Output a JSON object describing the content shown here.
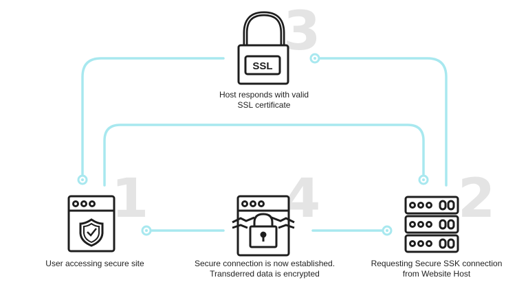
{
  "colors": {
    "connector": "#a8e8ef",
    "outline": "#1e1e1e",
    "step_number": "#e4e4e4",
    "background": "#ffffff"
  },
  "steps": [
    {
      "number": "1",
      "icon": "browser-shield-icon",
      "caption": [
        "User accessing secure site"
      ]
    },
    {
      "number": "2",
      "icon": "server-stack-icon",
      "caption": [
        "Requesting Secure SSK connection",
        "from Website Host"
      ]
    },
    {
      "number": "3",
      "icon": "padlock-icon",
      "badge": "SSL",
      "caption": [
        "Host responds with valid",
        "SSL certificate"
      ]
    },
    {
      "number": "4",
      "icon": "browser-padlock-icon",
      "caption": [
        "Secure connection is now established.",
        "Transderred data is encrypted"
      ]
    }
  ]
}
